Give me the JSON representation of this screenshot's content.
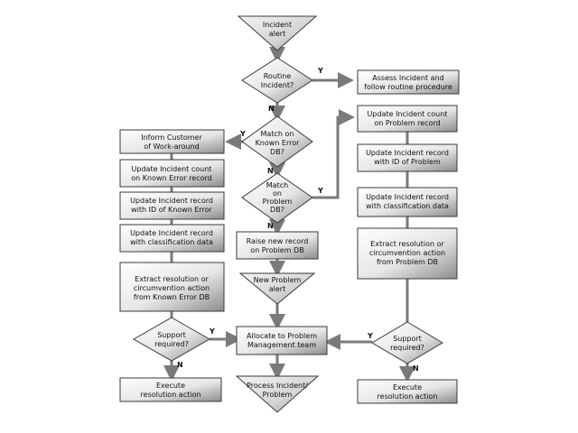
{
  "flow": {
    "incident_alert": [
      "Incident",
      "alert"
    ],
    "routine_incident": [
      "Routine",
      "Incident?"
    ],
    "assess_incident": [
      "Assess Incident and",
      "follow routine procedure"
    ],
    "match_known_error": [
      "Match on",
      "Known Error",
      "DB?"
    ],
    "match_problem": [
      "Match",
      "on",
      "Problem",
      "DB?"
    ],
    "inform_customer": [
      "Inform Customer",
      "of Work-around"
    ],
    "update_count_ke": [
      "Update Incident count",
      "on Known Error record"
    ],
    "update_record_ke": [
      "Update Incident record",
      "with ID of  Known Error"
    ],
    "update_class_left": [
      "Update Incident record",
      "with classification data"
    ],
    "extract_ke": [
      "Extract resolution or",
      "circumvention action",
      "from Known Error DB"
    ],
    "support_left": [
      "Support",
      "required?"
    ],
    "execute_left": [
      "Execute",
      "resolution action"
    ],
    "update_count_problem": [
      "Update Incident count",
      "on Problem record"
    ],
    "update_record_problem": [
      "Update Incident record",
      "with ID of Problem"
    ],
    "update_class_right": [
      "Update Incident record",
      "with classification data"
    ],
    "extract_problem": [
      "Extract resolution or",
      "circumvention action",
      "from Problem DB"
    ],
    "support_right": [
      "Support",
      "required?"
    ],
    "execute_right": [
      "Execute",
      "resolution action"
    ],
    "raise_record": [
      "Raise new record",
      "on Problem DB"
    ],
    "new_problem_alert": [
      "New Problem",
      "alert"
    ],
    "allocate": [
      "Allocate to Problem",
      "Management team"
    ],
    "process_incident": [
      "Process Incident/",
      "Problem"
    ],
    "labels": {
      "yes": "Y",
      "no": "N"
    }
  }
}
